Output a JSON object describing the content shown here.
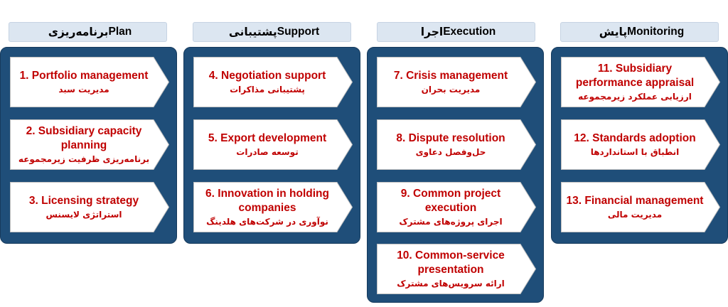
{
  "colors": {
    "header_bg": "#dce6f1",
    "panel_bg": "#1f4e79",
    "card_bg": "#ffffff",
    "text_accent": "#c00000"
  },
  "columns": [
    {
      "header_en": "Plan",
      "header_fa": "برنامه‌ریزی",
      "cards": [
        {
          "en": "1. Portfolio management",
          "fa": "مدیریت سبد"
        },
        {
          "en": "2. Subsidiary capacity planning",
          "fa": "برنامه‌ریزی ظرفیت زیرمجموعه"
        },
        {
          "en": "3. Licensing strategy",
          "fa": "استراتژی لایسنس"
        }
      ]
    },
    {
      "header_en": "Support",
      "header_fa": "پشتیبانی",
      "cards": [
        {
          "en": "4. Negotiation support",
          "fa": "پشتیبانی مذاکرات"
        },
        {
          "en": "5. Export development",
          "fa": "توسعه صادرات"
        },
        {
          "en": "6. Innovation in holding companies",
          "fa": "نوآوری در شرکت‌های هلدینگ"
        }
      ]
    },
    {
      "header_en": "Execution",
      "header_fa": "اجرا",
      "cards": [
        {
          "en": "7. Crisis management",
          "fa": "مدیریت بحران"
        },
        {
          "en": "8. Dispute resolution",
          "fa": "حل‌وفصل دعاوی"
        },
        {
          "en": "9. Common project execution",
          "fa": "اجرای پروژه‌های مشترک"
        },
        {
          "en": "10. Common-service presentation",
          "fa": "ارائه سرویس‌های مشترک"
        }
      ]
    },
    {
      "header_en": "Monitoring",
      "header_fa": "پایش",
      "cards": [
        {
          "en": "11. Subsidiary performance appraisal",
          "fa": "ارزیابی عملکرد زیرمجموعه"
        },
        {
          "en": "12. Standards adoption",
          "fa": "انطباق با استانداردها"
        },
        {
          "en": "13. Financial management",
          "fa": "مدیریت مالی"
        }
      ]
    }
  ]
}
